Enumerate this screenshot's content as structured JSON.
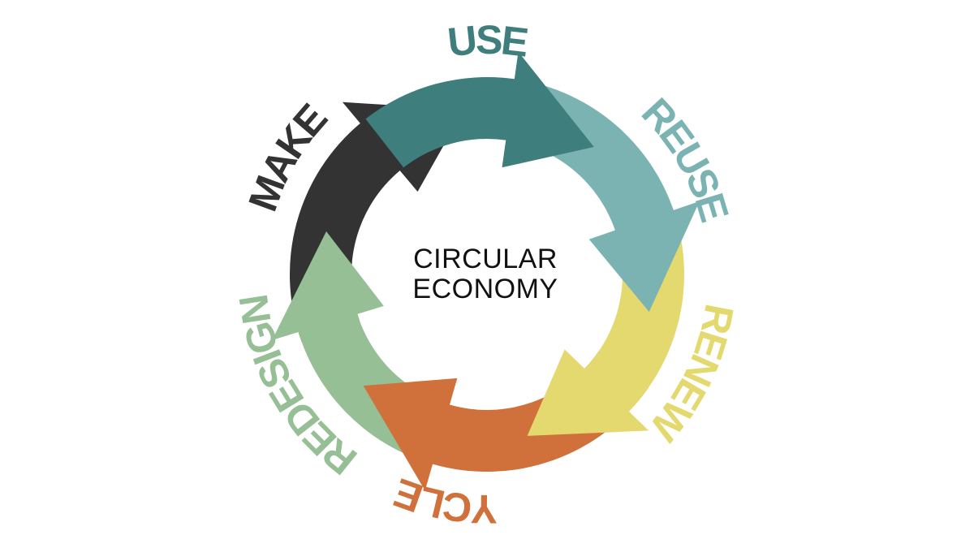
{
  "center": {
    "line1": "CIRCULAR",
    "line2": "ECONOMY"
  },
  "stages": [
    {
      "id": "use",
      "label": "USE",
      "color": "#3E7F7D"
    },
    {
      "id": "reuse",
      "label": "REUSE",
      "color": "#7AB3B1"
    },
    {
      "id": "renew",
      "label": "RENEW",
      "color": "#E3D96E"
    },
    {
      "id": "recycle",
      "label": "RECYCLE",
      "color": "#D0703A"
    },
    {
      "id": "redesign",
      "label": "REDESIGN",
      "color": "#96BF96"
    },
    {
      "id": "make",
      "label": "MAKE",
      "color": "#333333"
    }
  ]
}
